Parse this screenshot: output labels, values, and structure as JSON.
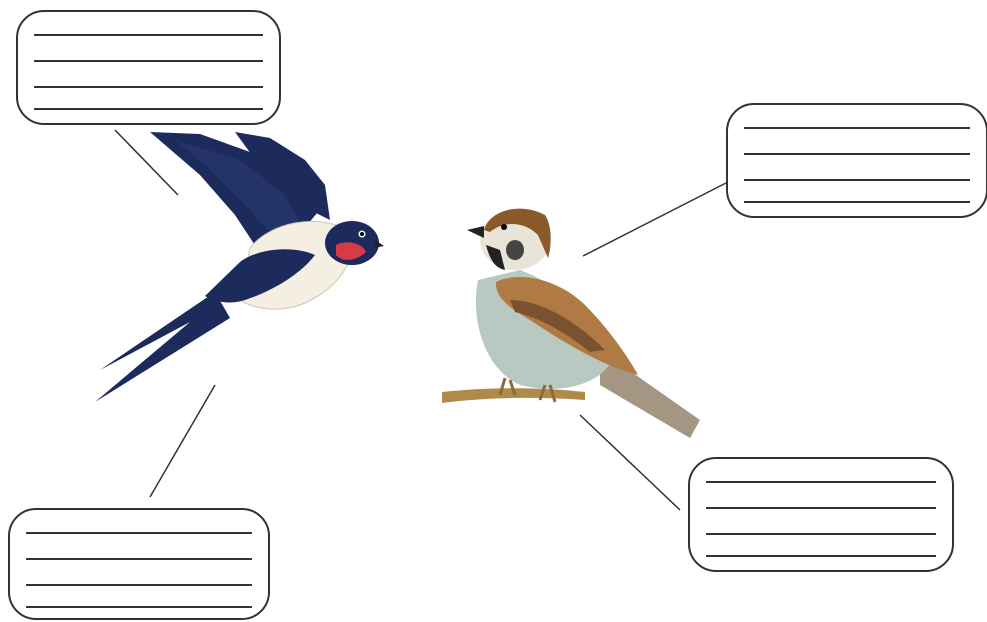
{
  "worksheet": {
    "birds": [
      {
        "id": "swallow",
        "icon": "swallow-illustration"
      },
      {
        "id": "sparrow",
        "icon": "sparrow-illustration"
      }
    ],
    "label_boxes": [
      {
        "id": "swallow-top",
        "writing_lines": 4
      },
      {
        "id": "swallow-bottom",
        "writing_lines": 4
      },
      {
        "id": "sparrow-top",
        "writing_lines": 4
      },
      {
        "id": "sparrow-bottom",
        "writing_lines": 4
      }
    ]
  },
  "colors": {
    "swallow_back": "#1d2a5c",
    "swallow_throat": "#d83a47",
    "swallow_belly": "#f4efe2",
    "sparrow_cap": "#8b5a2b",
    "sparrow_wing": "#b07a45",
    "sparrow_breast": "#b9c8c0",
    "branch": "#b08a4a",
    "outline": "#333333"
  }
}
